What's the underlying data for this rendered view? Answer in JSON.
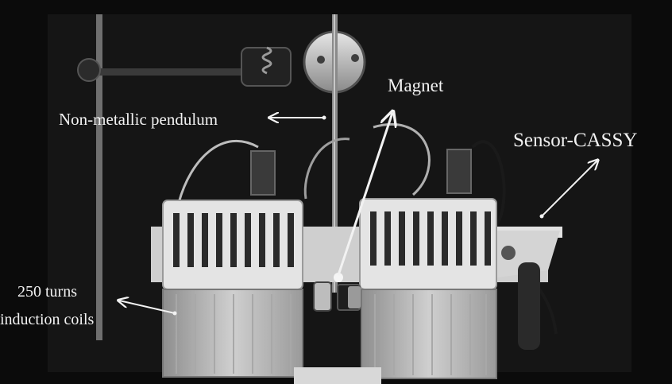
{
  "annotations": {
    "pendulum": "Non-metallic pendulum",
    "magnet": "Magnet",
    "sensor": "Sensor-CASSY",
    "coils_line1": "250 turns",
    "coils_line2": "induction coils"
  },
  "colors": {
    "background": "#0b0b0b",
    "label_text": "#f2f2f2",
    "coil_housing": "#d9d9d9"
  }
}
